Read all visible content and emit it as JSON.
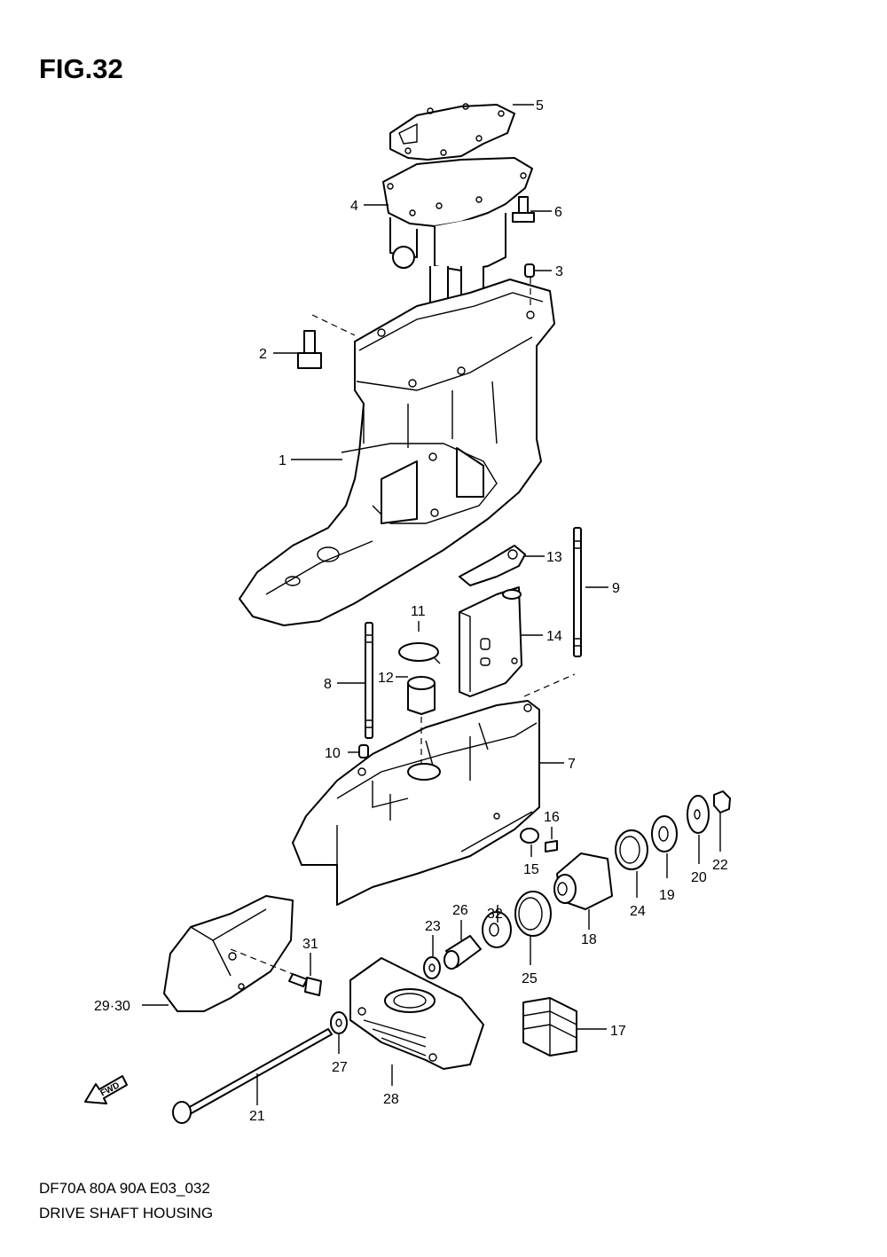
{
  "figure": {
    "title": "FIG.32",
    "code": "DF70A 80A 90A E03_032",
    "name": "DRIVE SHAFT HOUSING",
    "fwd_label": "FWD"
  },
  "callouts": {
    "c1": "1",
    "c2": "2",
    "c3": "3",
    "c4": "4",
    "c5": "5",
    "c6": "6",
    "c7": "7",
    "c8": "8",
    "c9": "9",
    "c10": "10",
    "c11": "11",
    "c12": "12",
    "c13": "13",
    "c14": "14",
    "c15": "15",
    "c16": "16",
    "c17": "17",
    "c18": "18",
    "c19": "19",
    "c20": "20",
    "c21": "21",
    "c22": "22",
    "c23": "23",
    "c24": "24",
    "c25": "25",
    "c26": "26",
    "c27": "27",
    "c28": "28",
    "c2930": "29·30",
    "c31": "31",
    "c32": "32"
  }
}
